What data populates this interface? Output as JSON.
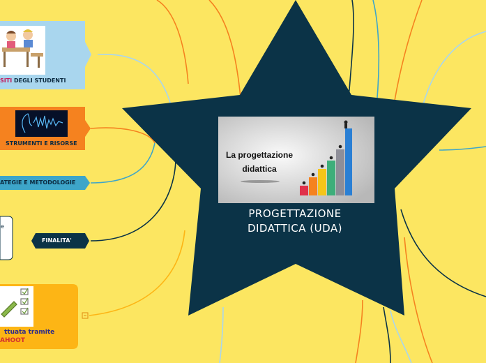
{
  "center": {
    "title_line1": "PROGETTAZIONE",
    "title_line2": "DIDATTICA (UDA)",
    "image_text_line1": "La progettazione",
    "image_text_line2": "didattica"
  },
  "nodes": {
    "prerequisiti": {
      "label_highlight": "SITI",
      "label_rest": " DEGLI STUDENTI",
      "highlight_color": "#C2185B"
    },
    "strumenti": {
      "label": "STRUMENTI E RISORSE"
    },
    "strategie": {
      "label": "ATEGIE E METODOLOGIE"
    },
    "finalita": {
      "label": "FINALITA'",
      "side_text": "e"
    },
    "verifica": {
      "label_line1": "ttuata tramite",
      "label_line2": "AHOOT",
      "line2_color": "#D32F2F"
    }
  },
  "colors": {
    "background": "#FCE661",
    "star": "#0B3347",
    "prerequisiti_box": "#A9D6EE",
    "strumenti_box": "#F5821F",
    "strategie_box": "#3DA5C9",
    "finalita_box": "#0B3347",
    "verifica_box": "#FDB515"
  }
}
